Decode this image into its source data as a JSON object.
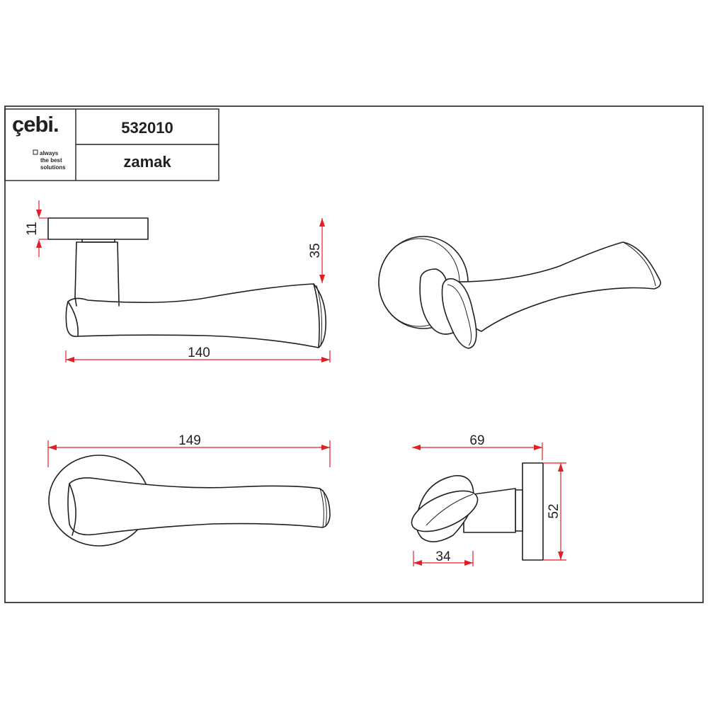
{
  "title_block": {
    "logo": "çebi.",
    "slogan": [
      "always",
      "the best",
      "solutions"
    ],
    "product_code": "532010",
    "material": "zamak"
  },
  "dimensions": {
    "rose_thickness": "11",
    "lever_height": "35",
    "lever_length": "140",
    "top_length": "149",
    "projection": "69",
    "rose_diameter": "52",
    "lever_depth": "34"
  },
  "colors": {
    "dimension_line": "#e31e24",
    "outline": "#231f20"
  }
}
